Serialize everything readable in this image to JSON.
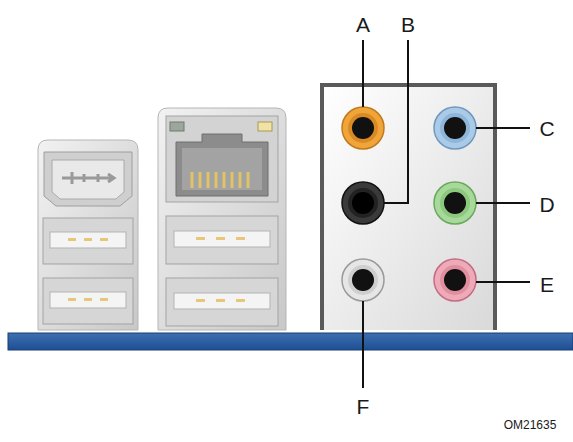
{
  "diagram": {
    "labels": [
      "A",
      "B",
      "C",
      "D",
      "E",
      "F",
      "OM21635"
    ]
  }
}
